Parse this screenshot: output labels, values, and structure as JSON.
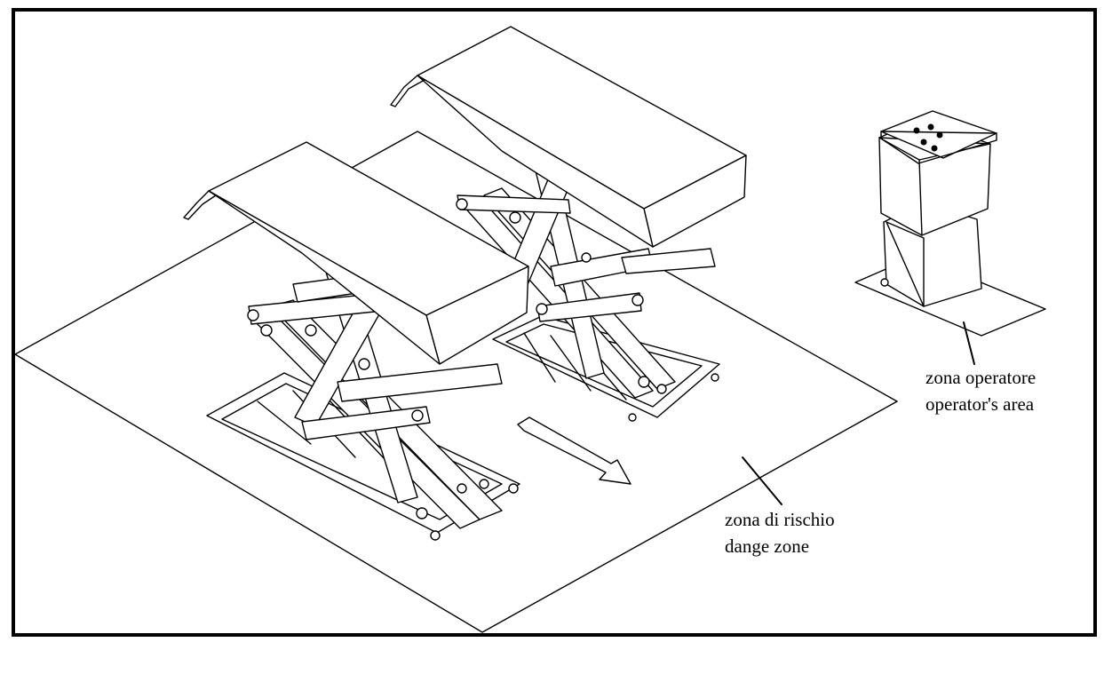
{
  "labels": {
    "operator_line1": "zona operatore",
    "operator_line2": "operator's area",
    "risk_line1": "zona di rischio",
    "risk_line2": "dange zone"
  },
  "colors": {
    "ink": "#000000",
    "paper": "#ffffff"
  },
  "icons": {
    "direction_arrow": "arrow-right-down-icon"
  }
}
